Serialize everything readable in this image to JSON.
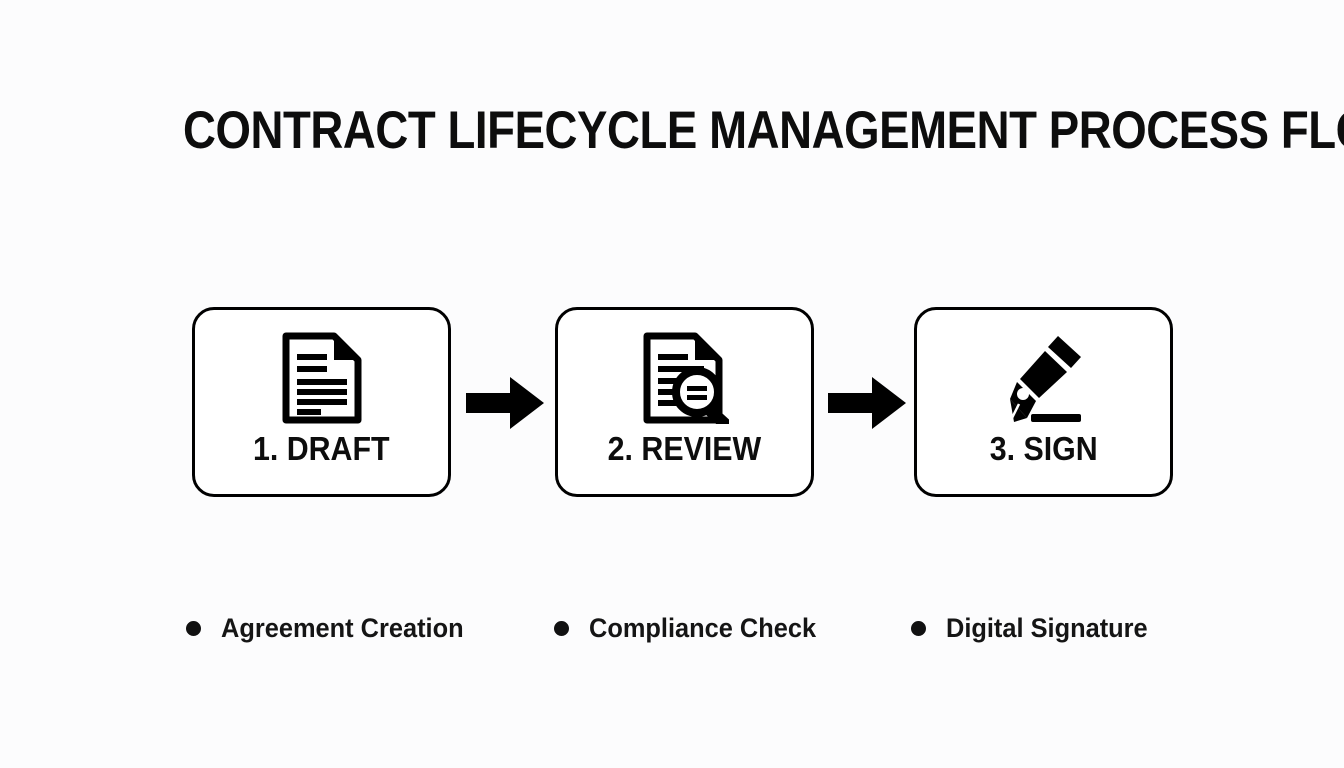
{
  "slide": {
    "title": "CONTRACT LIFECYCLE MANAGEMENT PROCESS FLOW",
    "background_color": "#fcfcfd",
    "ink_color": "#0d0d0d"
  },
  "steps": [
    {
      "label": "1. DRAFT",
      "icon": "document-icon",
      "connector_after": "right-arrow-icon"
    },
    {
      "label": "2. REVIEW",
      "icon": "document-search-icon",
      "connector_after": "right-arrow-icon"
    },
    {
      "label": "3. SIGN",
      "icon": "fountain-pen-signature-icon",
      "connector_after": ""
    }
  ],
  "bullets": [
    {
      "marker": "bullet-dot",
      "text": "Agreement Creation"
    },
    {
      "marker": "bullet-dot",
      "text": "Compliance Check"
    },
    {
      "marker": "bullet-dot",
      "text": "Digital Signature"
    }
  ]
}
